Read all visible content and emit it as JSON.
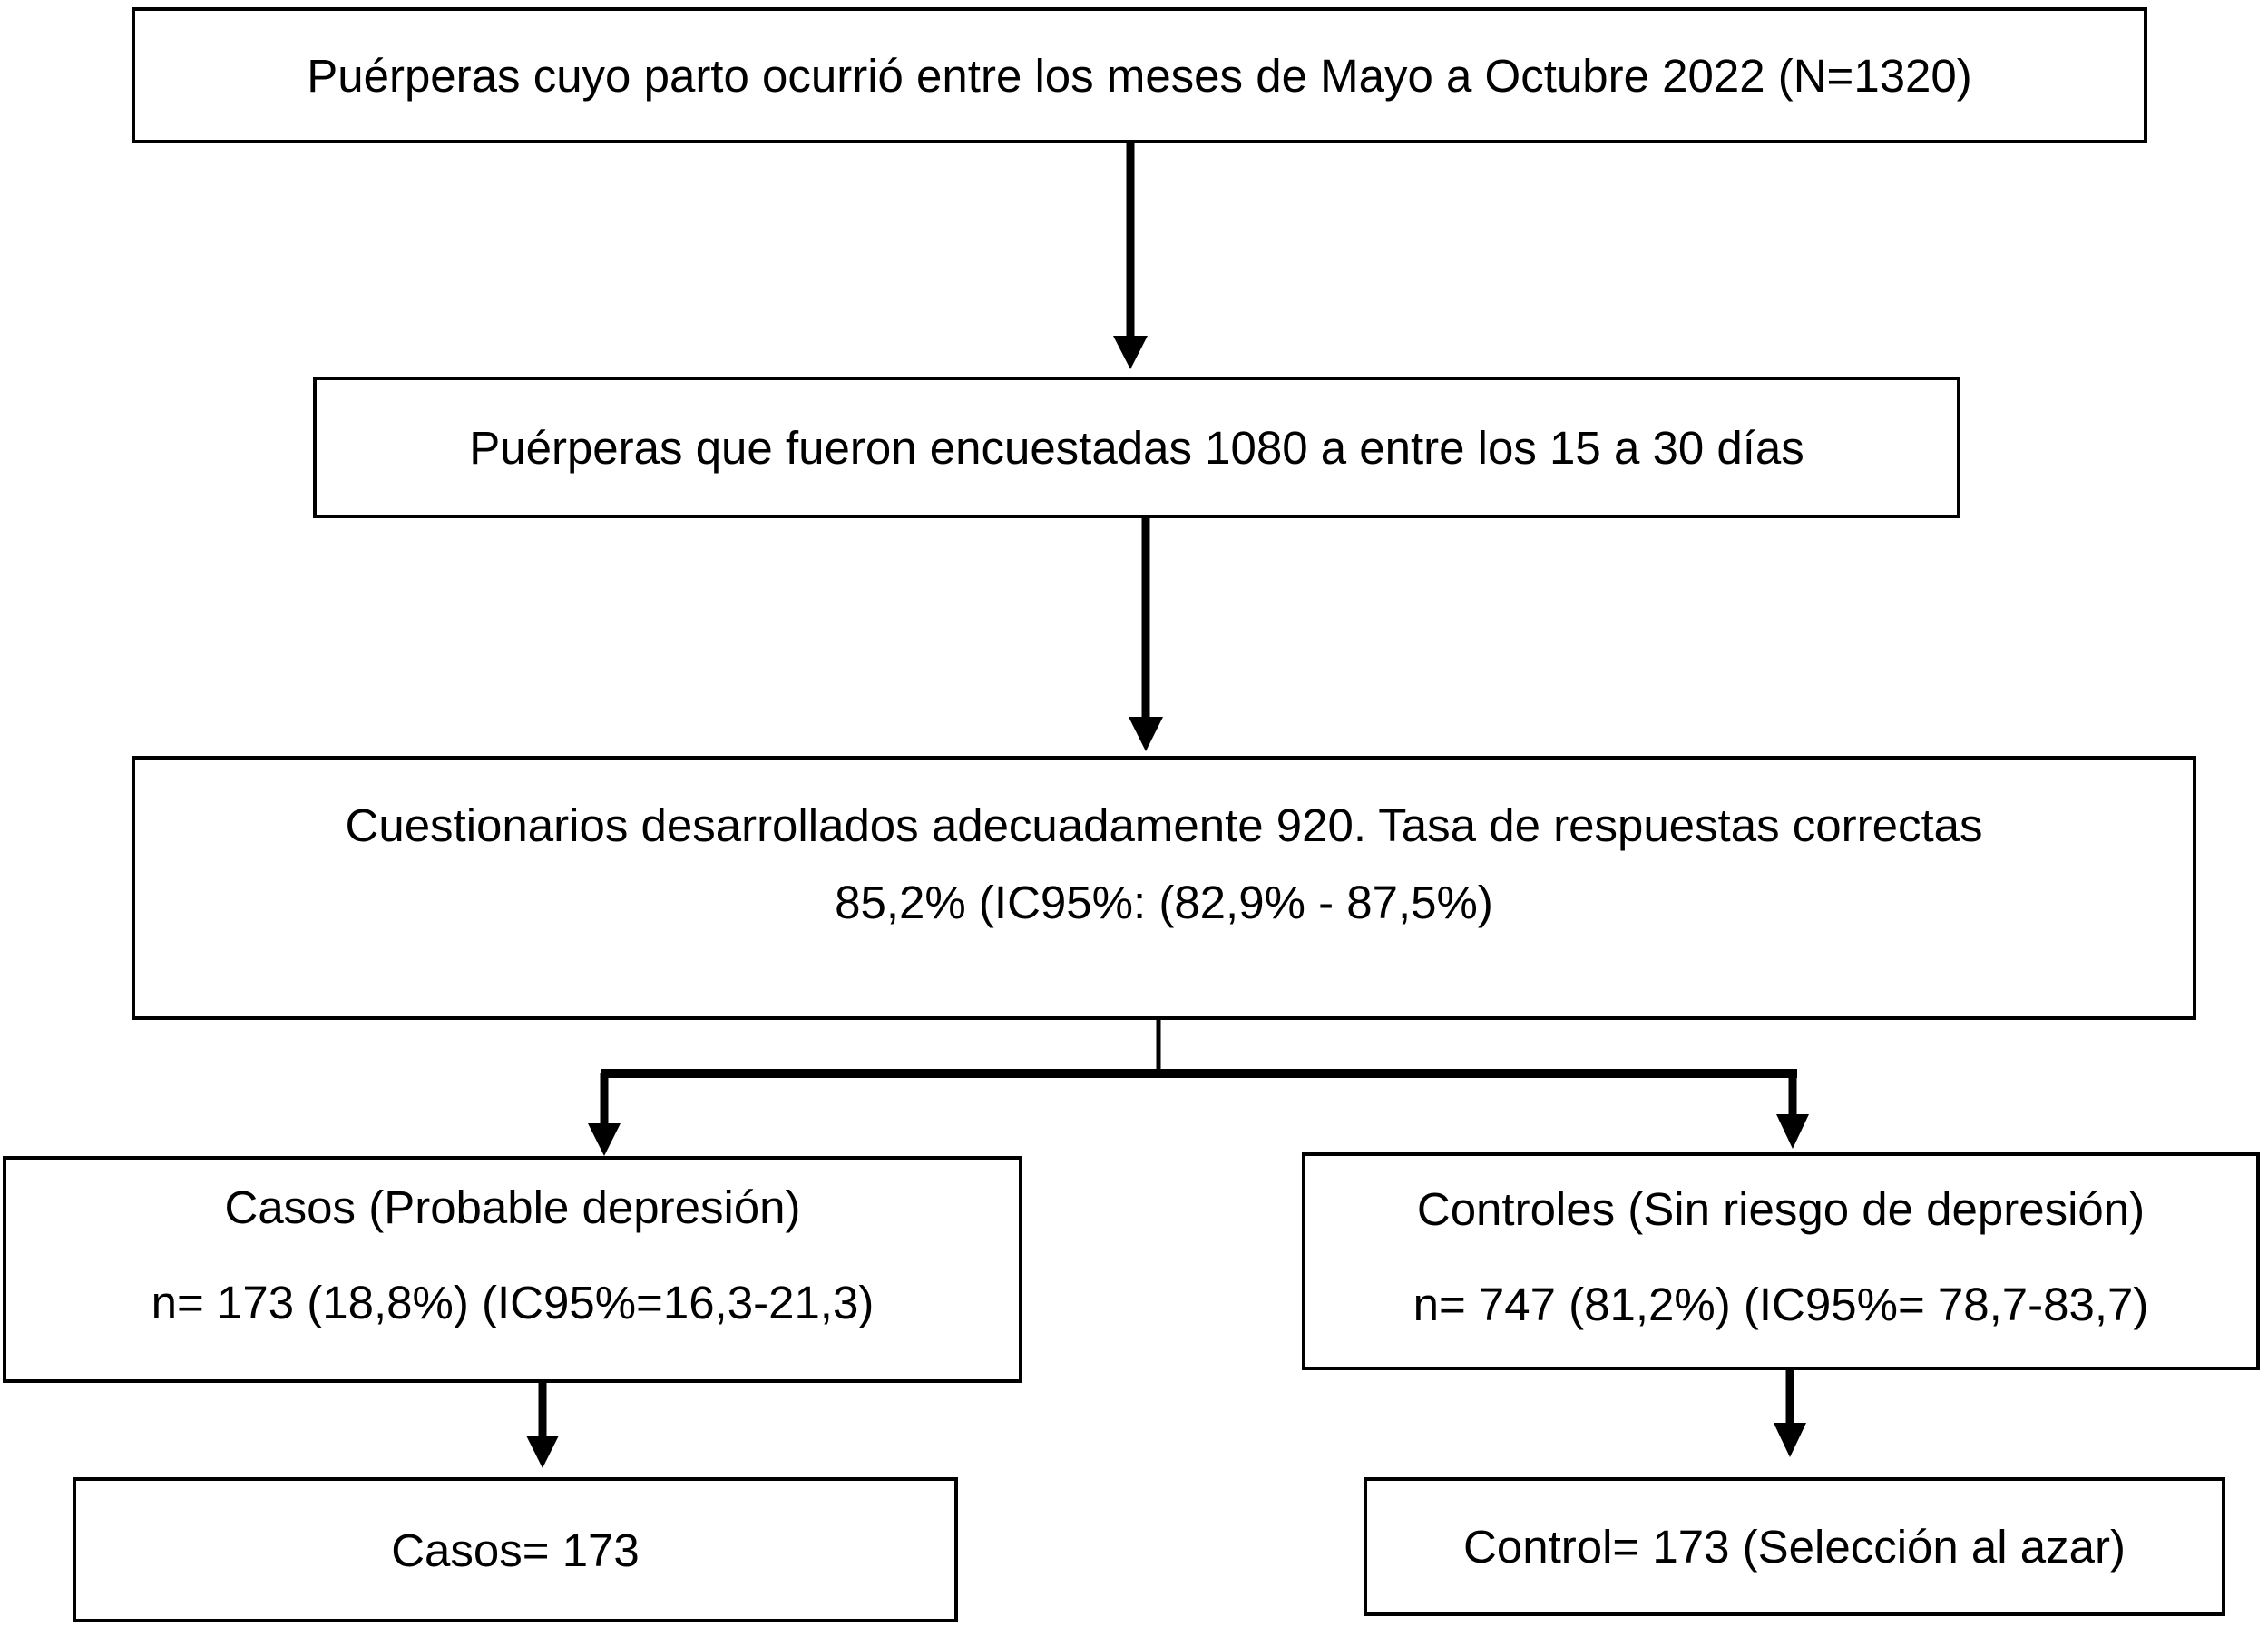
{
  "diagram": {
    "background_color": "#ffffff",
    "line_color": "#000000",
    "text_color": "#000000",
    "nodes": {
      "poblacion_inicial": {
        "text": "Puérperas cuyo parto ocurrió entre los meses de Mayo a Octubre 2022 (N=1320)"
      },
      "encuestadas": {
        "text": "Puérperas que fueron encuestadas 1080 a entre los 15 a 30 días"
      },
      "cuestionarios": {
        "line1": "Cuestionarios desarrollados adecuadamente 920. Tasa de respuestas correctas",
        "line2": "85,2% (IC95%: (82,9% - 87,5%)"
      },
      "casos": {
        "line1": "Casos (Probable depresión)",
        "line2": "n= 173 (18,8%) (IC95%=16,3-21,3)"
      },
      "controles": {
        "line1": "Controles (Sin riesgo de depresión)",
        "line2": "n= 747 (81,2%) (IC95%= 78,7-83,7)"
      },
      "casos_seleccionados": {
        "text": "Casos= 173"
      },
      "controles_seleccionados": {
        "text": "Control= 173 (Selección al azar)"
      }
    }
  }
}
